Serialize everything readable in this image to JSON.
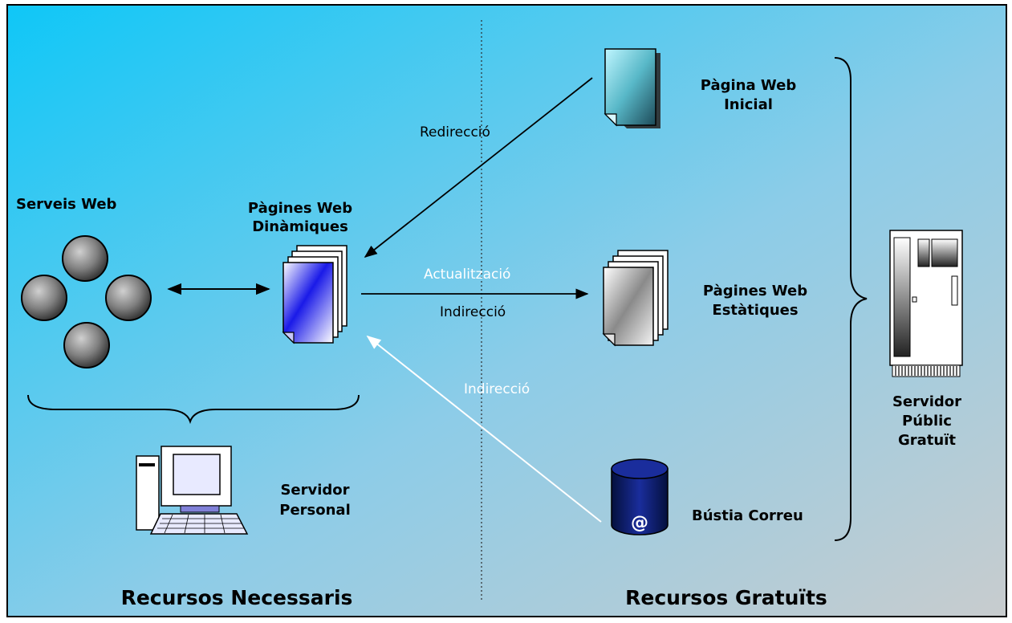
{
  "labels": {
    "serveis_web": "Serveis Web",
    "pagines_dinamiques_1": "Pàgines Web",
    "pagines_dinamiques_2": "Dinàmiques",
    "servidor_personal_1": "Servidor",
    "servidor_personal_2": "Personal",
    "pagina_inicial_1": "Pàgina Web",
    "pagina_inicial_2": "Inicial",
    "pagines_estatiques_1": "Pàgines Web",
    "pagines_estatiques_2": "Estàtiques",
    "bustia_correu": "Bústia Correu",
    "servidor_public_1": "Servidor",
    "servidor_public_2": "Públic",
    "servidor_public_3": "Gratuït",
    "mail_symbol": "@"
  },
  "arrows": {
    "redireccio": "Redirecció",
    "actualitzacio": "Actualització",
    "indireccio_update": "Indirecció",
    "indireccio_mail": "Indirecció"
  },
  "sections": {
    "left": "Recursos Necessaris",
    "right": "Recursos Gratuïts"
  },
  "colors": {
    "background_left": "#0fc7f7",
    "background_right": "#bfc8cf",
    "dynamic_pages": "#1a1ae8",
    "static_pages": "#8a8a8a",
    "mailbox": "#0a1a6e"
  }
}
